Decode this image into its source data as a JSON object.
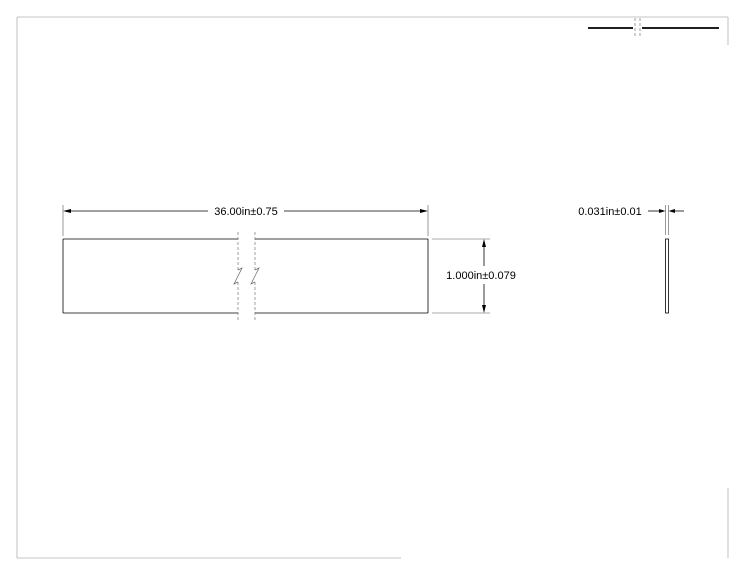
{
  "drawing": {
    "dimensions": {
      "length": "36.00in±0.75",
      "width": "1.000in±0.079",
      "thickness": "0.031in±0.01"
    },
    "colors": {
      "line": "#000000",
      "border": "#b0b0b0",
      "break": "#777777"
    }
  }
}
